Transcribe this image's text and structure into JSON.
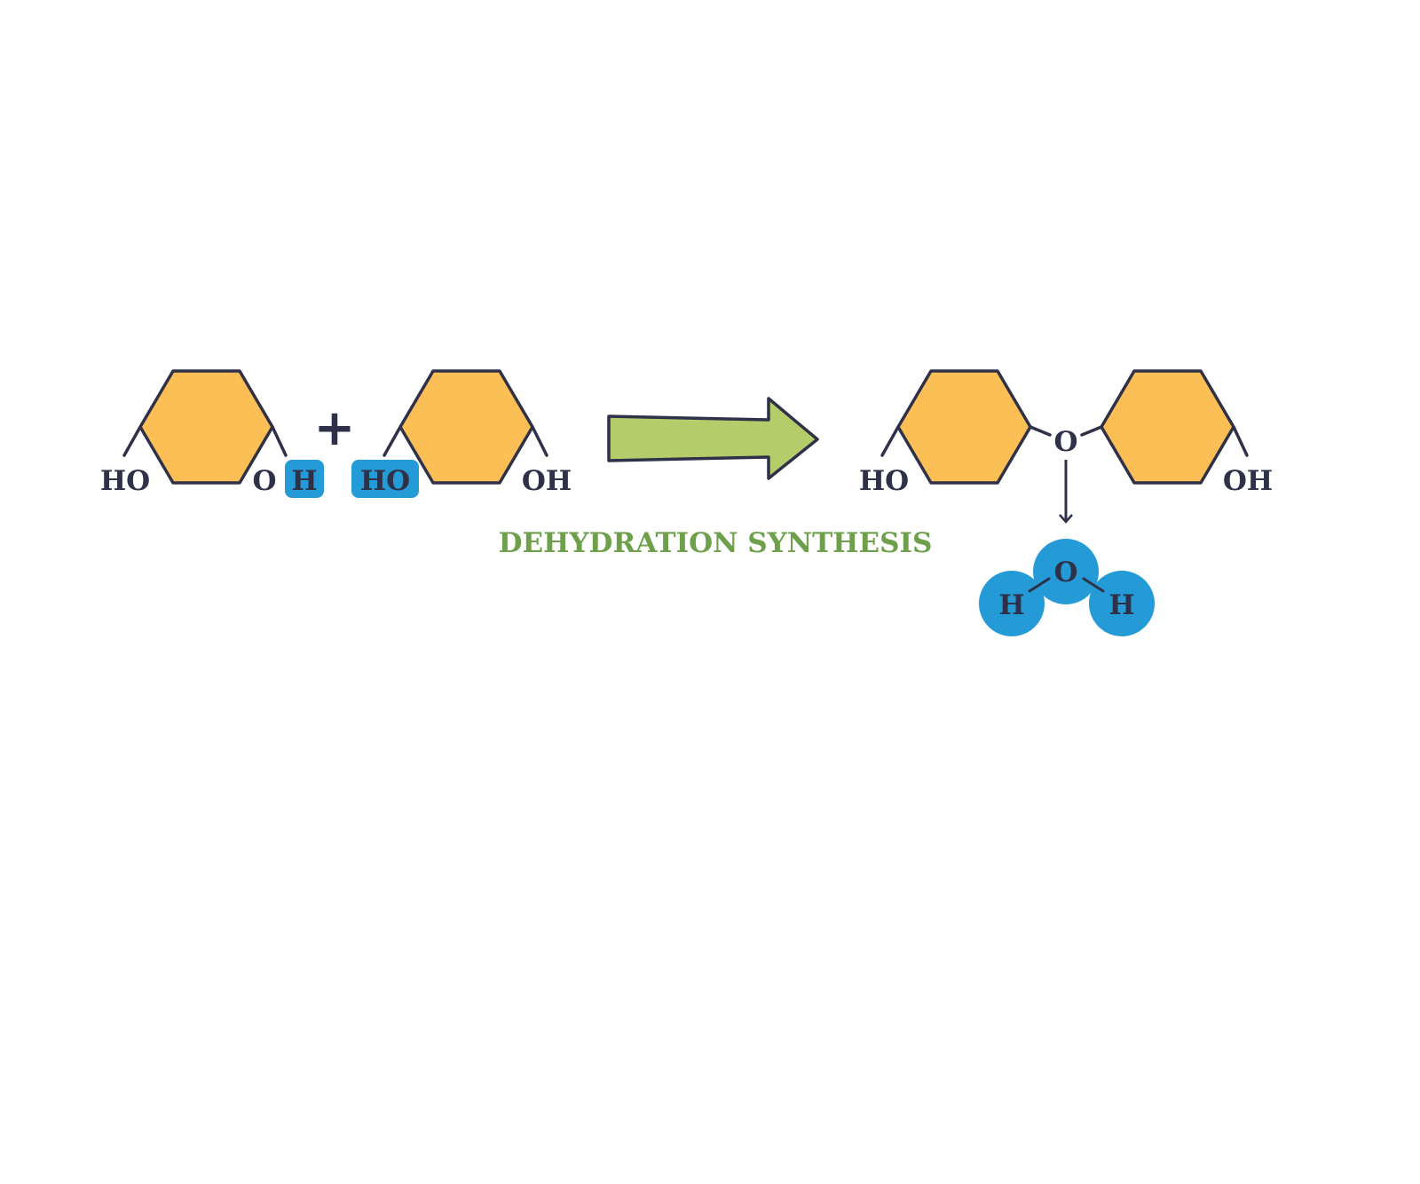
{
  "colors": {
    "ring_fill": "#fcbf55",
    "outline": "#2e3148",
    "highlight": "#249ad6",
    "arrow_fill": "#b6cc6b",
    "title_text": "#6ea04c",
    "label_text": "#2e3148"
  },
  "reactants": {
    "ring1_left_label": "HO",
    "ring1_right_o": "O",
    "ring1_right_h": "H",
    "plus_sign": "+",
    "ring2_left_label": "HO",
    "ring2_right_label": "OH"
  },
  "product": {
    "left_label": "HO",
    "bridge_oxygen": "O",
    "right_label": "OH"
  },
  "water": {
    "oxygen": "O",
    "hydrogen_left": "H",
    "hydrogen_right": "H"
  },
  "title": "DEHYDRATION SYNTHESIS"
}
